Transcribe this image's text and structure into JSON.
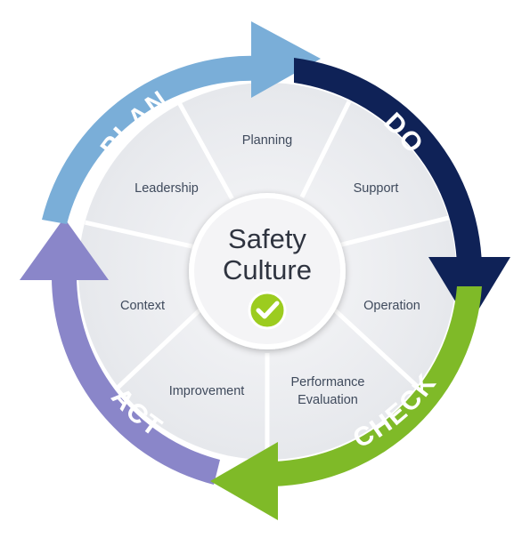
{
  "center": {
    "title_line1": "Safety",
    "title_line2": "Culture",
    "check_icon": "check-circle-icon"
  },
  "segments": {
    "planning": "Planning",
    "support": "Support",
    "operation": "Operation",
    "performance_line1": "Performance",
    "performance_line2": "Evaluation",
    "improvement": "Improvement",
    "context": "Context",
    "leadership": "Leadership"
  },
  "phases": {
    "plan": "PLAN",
    "do": "DO",
    "check": "CHECK",
    "act": "ACT"
  },
  "colors": {
    "plan": "#7aaed8",
    "do": "#0f2257",
    "check": "#7fba28",
    "act": "#8a86c9",
    "wheel": "#eeeff2",
    "center": "#f6f6f7",
    "divider": "#cfd2d8",
    "check_badge": "#9ccc1f"
  }
}
